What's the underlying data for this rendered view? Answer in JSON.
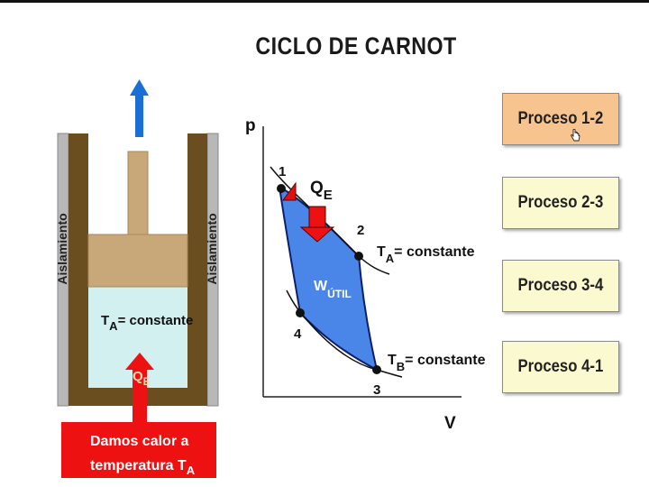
{
  "title": "CICLO DE CARNOT",
  "cylinder": {
    "insulation_label": "Aislamiento",
    "temp_label_main": "T",
    "temp_label_sub": "A",
    "temp_label_rest": "= constante",
    "heat_label_main": "Q",
    "heat_label_sub": "E",
    "heat_text_line1": "Damos calor a",
    "heat_text_line2_main": "temperatura  T",
    "heat_text_line2_sub": "A"
  },
  "diagram": {
    "axis_y_label": "p",
    "axis_x_label": "V",
    "point_labels": [
      "1",
      "2",
      "3",
      "4"
    ],
    "heat_label_main": "Q",
    "heat_label_sub": "E",
    "work_label_main": "W",
    "work_label_sub": "ÚTIL",
    "isotherm_a_main": "T",
    "isotherm_a_sub": "A",
    "isotherm_a_rest": "= constante",
    "isotherm_b_main": "T",
    "isotherm_b_sub": "B",
    "isotherm_b_rest": "= constante"
  },
  "processes": [
    {
      "label": "Proceso 1-2",
      "active": true
    },
    {
      "label": "Proceso 2-3",
      "active": false
    },
    {
      "label": "Proceso 3-4",
      "active": false
    },
    {
      "label": "Proceso 4-1",
      "active": false
    }
  ],
  "colors": {
    "cycle_fill": "#4a86e8",
    "wall": "#6b4e1f",
    "piston": "#c8a878",
    "gas": "#d2f0f0",
    "heat_arrow": "#ee1111",
    "up_arrow": "#1a6fd6",
    "button_active": "#f7c48f",
    "button_idle": "#fbf9cf"
  }
}
